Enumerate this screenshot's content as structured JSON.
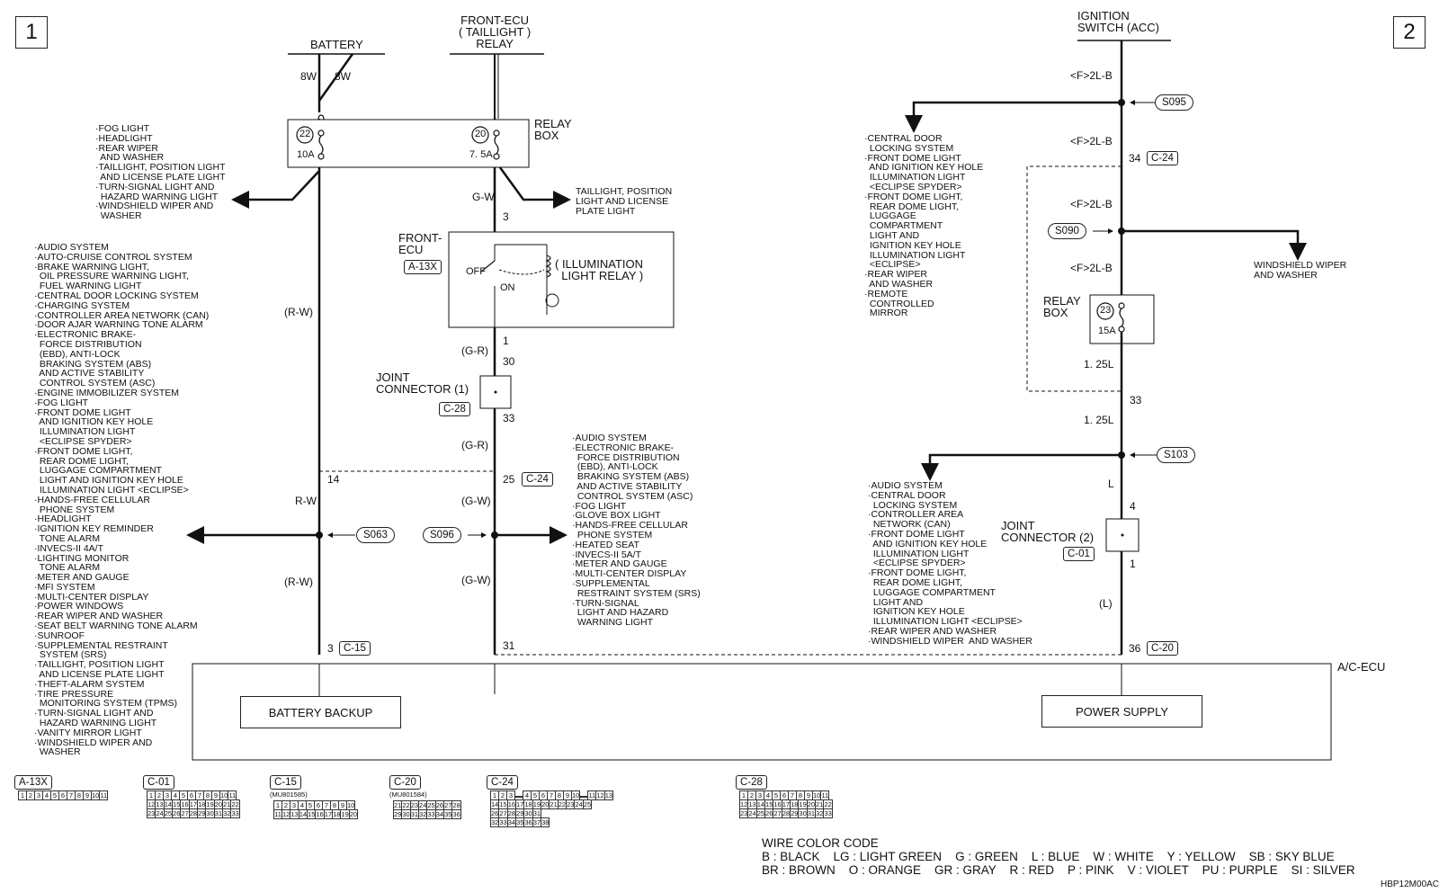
{
  "page_numbers": [
    "1",
    "2"
  ],
  "sources": {
    "battery": "BATTERY",
    "front_ecu_relay": "FRONT-ECU\n( TAILLIGHT )\nRELAY",
    "ignition": "IGNITION\nSWITCH (ACC)"
  },
  "wires": {
    "battery_a": "8W",
    "battery_b": "8W",
    "rw_top": "(R-W)",
    "rw_mid": "R-W",
    "rw_bot": "(R-W)",
    "gw_top": "G-W",
    "gr_a": "(G-R)",
    "gr_b": "(G-R)",
    "gw_a": "(G-W)",
    "gw_b": "(G-W)",
    "f2lb_1": "<F>2L-B",
    "f2lb_2": "<F>2L-B",
    "f2lb_3": "<F>2L-B",
    "f2lb_4": "<F>2L-B",
    "l125_a": "1. 25L",
    "l125_b": "1. 25L",
    "l_a": "L",
    "l_b": "(L)"
  },
  "relay_box_left": {
    "label": "RELAY\nBOX",
    "fuse_a_no": "22",
    "fuse_a_rating": "10A",
    "fuse_b_no": "20",
    "fuse_b_rating": "7. 5A"
  },
  "relay_box_right": {
    "label": "RELAY\nBOX",
    "fuse_no": "23",
    "fuse_rating": "15A"
  },
  "front_ecu": {
    "label": "FRONT-\nECU",
    "connector": "A-13X",
    "relay_label": "( ILLUMINATION\n  LIGHT RELAY )",
    "off": "OFF",
    "on": "ON",
    "pin_in": "3",
    "pin_out": "1"
  },
  "joint_connector_1": {
    "label": "JOINT\nCONNECTOR (1)",
    "connector": "C-28",
    "pin_in": "30",
    "pin_out": "33"
  },
  "joint_connector_2": {
    "label": "JOINT\nCONNECTOR (2)",
    "connector": "C-01",
    "pin_in": "4",
    "pin_out": "1"
  },
  "splices": {
    "s063": "S063",
    "s096": "S096",
    "s095": "S095",
    "s090": "S090",
    "s103": "S103"
  },
  "pins": {
    "p14": "14",
    "p25": "25",
    "c24": "C-24",
    "p3": "3",
    "c15": "C-15",
    "p31": "31",
    "p36": "36",
    "c20": "C-20",
    "p34": "34",
    "c24b": "C-24",
    "p33": "33"
  },
  "ac_ecu": {
    "label": "A/C-ECU",
    "battery_backup": "BATTERY BACKUP",
    "power_supply": "POWER SUPPLY"
  },
  "lists": {
    "fog_list": "·FOG LIGHT\n·HEADLIGHT\n·REAR WIPER\n  AND WASHER\n·TAILLIGHT, POSITION LIGHT\n  AND LICENSE PLATE LIGHT\n·TURN-SIGNAL LIGHT AND\n  HAZARD WARNING LIGHT\n·WINDSHIELD WIPER AND\n  WASHER",
    "taillight_list": "TAILLIGHT, POSITION\nLIGHT AND LICENSE\nPLATE LIGHT",
    "left_big_list": "·AUDIO SYSTEM\n·AUTO-CRUISE CONTROL SYSTEM\n·BRAKE WARNING LIGHT,\n  OIL PRESSURE WARNING LIGHT,\n  FUEL WARNING LIGHT\n·CENTRAL DOOR LOCKING SYSTEM\n·CHARGING SYSTEM\n·CONTROLLER AREA NETWORK (CAN)\n·DOOR AJAR WARNING TONE ALARM\n·ELECTRONIC BRAKE-\n  FORCE DISTRIBUTION\n  (EBD), ANTI-LOCK\n  BRAKING SYSTEM (ABS)\n  AND ACTIVE STABILITY\n  CONTROL SYSTEM (ASC)\n·ENGINE IMMOBILIZER SYSTEM\n·FOG LIGHT\n·FRONT DOME LIGHT\n  AND IGNITION KEY HOLE\n  ILLUMINATION LIGHT\n  <ECLIPSE SPYDER>\n·FRONT DOME LIGHT,\n  REAR DOME LIGHT,\n  LUGGAGE COMPARTMENT\n  LIGHT AND IGNITION KEY HOLE\n  ILLUMINATION LIGHT <ECLIPSE>\n·HANDS-FREE CELLULAR\n  PHONE SYSTEM\n·HEADLIGHT\n·IGNITION KEY REMINDER\n  TONE ALARM\n·INVECS-II 4A/T\n·LIGHTING MONITOR\n  TONE ALARM\n·METER AND GAUGE\n·MFI SYSTEM\n·MULTI-CENTER DISPLAY\n·POWER WINDOWS\n·REAR WIPER AND WASHER\n·SEAT BELT WARNING TONE ALARM\n·SUNROOF\n·SUPPLEMENTAL RESTRAINT\n  SYSTEM (SRS)\n·TAILLIGHT, POSITION LIGHT\n  AND LICENSE PLATE LIGHT\n·THEFT-ALARM SYSTEM\n·TIRE PRESSURE\n  MONITORING SYSTEM (TPMS)\n·TURN-SIGNAL LIGHT AND\n  HAZARD WARNING LIGHT\n·VANITY MIRROR LIGHT\n·WINDSHIELD WIPER AND\n  WASHER",
    "middle_list": "·AUDIO SYSTEM\n·ELECTRONIC BRAKE-\n  FORCE DISTRIBUTION\n  (EBD), ANTI-LOCK\n  BRAKING SYSTEM (ABS)\n  AND ACTIVE STABILITY\n  CONTROL SYSTEM (ASC)\n·FOG LIGHT\n·GLOVE BOX LIGHT\n·HANDS-FREE CELLULAR\n  PHONE SYSTEM\n·HEATED SEAT\n·INVECS-II 5A/T\n·METER AND GAUGE\n·MULTI-CENTER DISPLAY\n·SUPPLEMENTAL\n  RESTRAINT SYSTEM (SRS)\n·TURN-SIGNAL\n  LIGHT AND HAZARD\n  WARNING LIGHT",
    "central_door_list": "·CENTRAL DOOR\n  LOCKING SYSTEM\n·FRONT DOME LIGHT\n  AND IGNITION KEY HOLE\n  ILLUMINATION LIGHT\n  <ECLIPSE SPYDER>\n·FRONT DOME LIGHT,\n  REAR DOME LIGHT,\n  LUGGAGE\n  COMPARTMENT\n  LIGHT AND\n  IGNITION KEY HOLE\n  ILLUMINATION LIGHT\n  <ECLIPSE>\n·REAR WIPER\n  AND WASHER\n·REMOTE\n  CONTROLLED\n  MIRROR",
    "windshield": "WINDSHIELD WIPER\nAND WASHER",
    "right_bottom_list": "·AUDIO SYSTEM\n·CENTRAL DOOR\n  LOCKING SYSTEM\n·CONTROLLER AREA\n  NETWORK (CAN)\n·FRONT DOME LIGHT\n  AND IGNITION KEY HOLE\n  ILLUMINATION LIGHT\n  <ECLIPSE SPYDER>\n·FRONT DOME LIGHT,\n  REAR DOME LIGHT,\n  LUGGAGE COMPARTMENT\n  LIGHT AND\n  IGNITION KEY HOLE\n  ILLUMINATION LIGHT <ECLIPSE>\n·REAR WIPER AND WASHER\n·WINDSHIELD WIPER  AND WASHER"
  },
  "connectors": {
    "a13x": {
      "name": "A-13X",
      "pins": [
        "1",
        "2",
        "3",
        "4",
        "5",
        "6",
        "7",
        "8",
        "9",
        "10",
        "11"
      ]
    },
    "c01": {
      "name": "C-01",
      "rows": [
        [
          "1",
          "2",
          "3",
          "4",
          "5",
          "6",
          "7",
          "8",
          "9",
          "10",
          "11"
        ],
        [
          "12",
          "13",
          "14",
          "15",
          "16",
          "17",
          "18",
          "19",
          "20",
          "21",
          "22"
        ],
        [
          "23",
          "24",
          "25",
          "26",
          "27",
          "28",
          "29",
          "30",
          "31",
          "32",
          "33"
        ]
      ]
    },
    "c15": {
      "name": "C-15",
      "part": "(MU801585)",
      "rows": [
        [
          "1",
          "2",
          "3",
          "4",
          "5",
          "6",
          "7",
          "8",
          "9",
          "10"
        ],
        [
          "11",
          "12",
          "13",
          "14",
          "15",
          "16",
          "17",
          "18",
          "19",
          "20"
        ]
      ]
    },
    "c20": {
      "name": "C-20",
      "part": "(MU801584)",
      "rows": [
        [
          "21",
          "22",
          "23",
          "24",
          "25",
          "26",
          "27",
          "28"
        ],
        [
          "29",
          "30",
          "31",
          "32",
          "33",
          "34",
          "35",
          "36"
        ]
      ]
    },
    "c24": {
      "name": "C-24",
      "rows": [
        [
          "1",
          "2",
          "3",
          "",
          "4",
          "5",
          "6",
          "7",
          "8",
          "9",
          "10",
          "",
          "11",
          "12",
          "13"
        ],
        [
          "14",
          "15",
          "16",
          "17",
          "18",
          "19",
          "20",
          "21",
          "22",
          "23",
          "24",
          "25"
        ],
        [
          "26",
          "27",
          "28",
          "29",
          "30",
          "31"
        ],
        [
          "32",
          "33",
          "34",
          "35",
          "36",
          "37",
          "38"
        ]
      ]
    },
    "c28": {
      "name": "C-28",
      "rows": [
        [
          "1",
          "2",
          "3",
          "4",
          "5",
          "6",
          "7",
          "8",
          "9",
          "10",
          "11"
        ],
        [
          "12",
          "13",
          "14",
          "15",
          "16",
          "17",
          "18",
          "19",
          "20",
          "21",
          "22"
        ],
        [
          "23",
          "24",
          "25",
          "26",
          "27",
          "28",
          "29",
          "30",
          "31",
          "32",
          "33"
        ]
      ]
    }
  },
  "wire_color_code": {
    "title": "WIRE COLOR CODE",
    "line1": "B : BLACK    LG : LIGHT GREEN    G : GREEN    L : BLUE    W : WHITE    Y : YELLOW    SB : SKY BLUE",
    "line2": "BR : BROWN    O : ORANGE    GR : GRAY    R : RED    P : PINK    V : VIOLET    PU : PURPLE    SI : SILVER"
  },
  "code": "HBP12M00AC"
}
